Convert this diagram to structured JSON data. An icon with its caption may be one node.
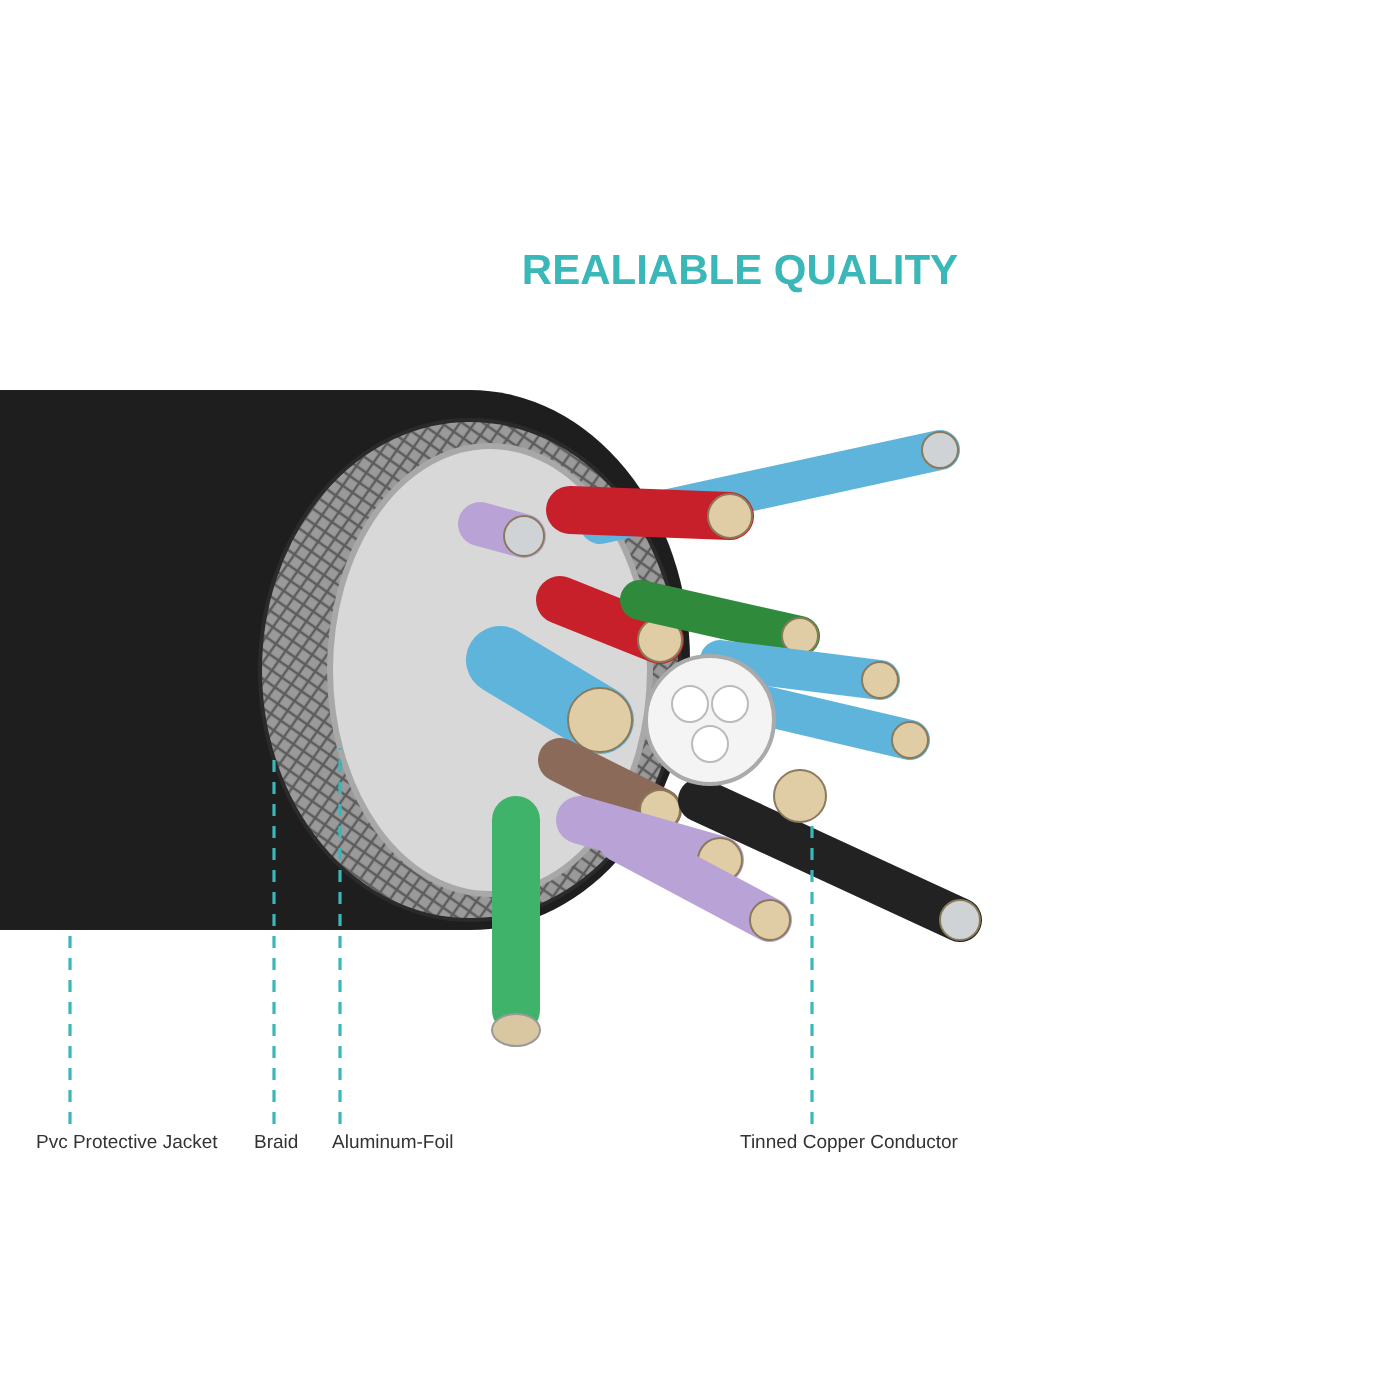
{
  "diagram": {
    "title": "REALIABLE QUALITY",
    "nodes": [
      {
        "text": [
          "Pvc Protective Jacket"
        ]
      },
      {
        "text": [],
        "shape": "picture"
      },
      {
        "text": [
          "Braid"
        ]
      },
      {
        "text": [],
        "shape": "picture",
        "in": 1
      },
      {
        "text": [
          "Aluminum-Foil"
        ]
      },
      {
        "text": [],
        "shape": "picture",
        "in": 3
      },
      {
        "text": [
          "Tinned Copper Conductor"
        ]
      },
      {
        "text": [],
        "shape": "picture"
      }
    ],
    "edges": [
      {
        "from": 0,
        "to": 1,
        "arrow": "none",
        "style": "dashed"
      },
      {
        "from": 2,
        "to": 3,
        "arrow": "none",
        "style": "dashed"
      },
      {
        "from": 4,
        "to": 5,
        "arrow": "none",
        "style": "dashed"
      },
      {
        "from": 6,
        "to": 7,
        "arrow": "none",
        "style": "dashed"
      }
    ]
  }
}
